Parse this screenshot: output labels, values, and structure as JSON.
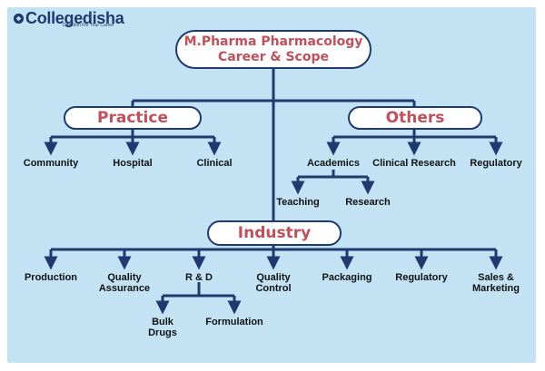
{
  "logo": {
    "name": "Collegedisha",
    "tagline": "Direction For Your Career"
  },
  "root": {
    "line1": "M.Pharma Pharmacology",
    "line2": "Career & Scope"
  },
  "branches": {
    "practice": {
      "label": "Practice",
      "children": [
        "Community",
        "Hospital",
        "Clinical"
      ]
    },
    "others": {
      "label": "Others",
      "children": [
        "Academics",
        "Clinical Research",
        "Regulatory"
      ],
      "academics_children": [
        "Teaching",
        "Research"
      ]
    },
    "industry": {
      "label": "Industry",
      "children": [
        "Production",
        "Quality Assurance",
        "R & D",
        "Quality Control",
        "Packaging",
        "Regulatory",
        "Sales & Marketing"
      ],
      "children_lines": {
        "quality_assurance": [
          "Quality",
          "Assurance"
        ],
        "quality_control": [
          "Quality",
          "Control"
        ],
        "sales_marketing": [
          "Sales &",
          "Marketing"
        ]
      },
      "rnd_children": [
        "Bulk Drugs",
        "Formulation"
      ],
      "bulk_drugs_lines": [
        "Bulk",
        "Drugs"
      ]
    }
  },
  "colors": {
    "background": "#c3e3f5",
    "line": "#1f3a6e",
    "box_text": "#c0505a",
    "label_text": "#111111"
  }
}
